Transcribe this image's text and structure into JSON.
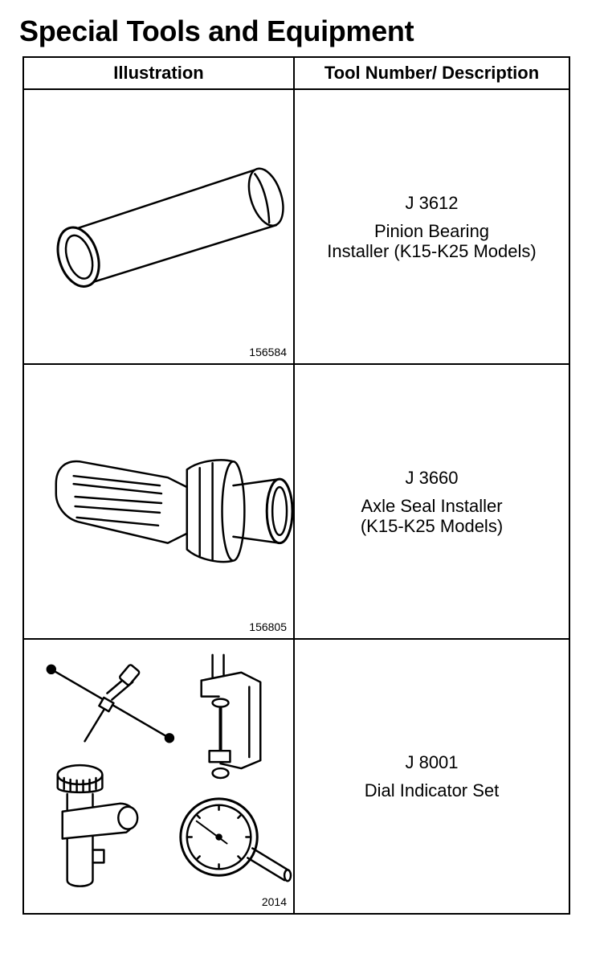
{
  "page": {
    "title": "Special Tools and Equipment"
  },
  "table": {
    "headers": {
      "illustration": "Illustration",
      "description": "Tool Number/ Description"
    },
    "rows": [
      {
        "figure": "156584",
        "tool_number": "J 3612",
        "description": [
          "Pinion Bearing",
          "Installer (K15-K25 Models)"
        ],
        "icon": "sleeve-installer-icon"
      },
      {
        "figure": "156805",
        "tool_number": "J 3660",
        "description": [
          "Axle Seal Installer",
          "(K15-K25 Models)"
        ],
        "icon": "seal-installer-icon"
      },
      {
        "figure": "2014",
        "tool_number": "J 8001",
        "description": [
          "Dial Indicator Set"
        ],
        "icon": "dial-indicator-set-icon"
      }
    ]
  }
}
